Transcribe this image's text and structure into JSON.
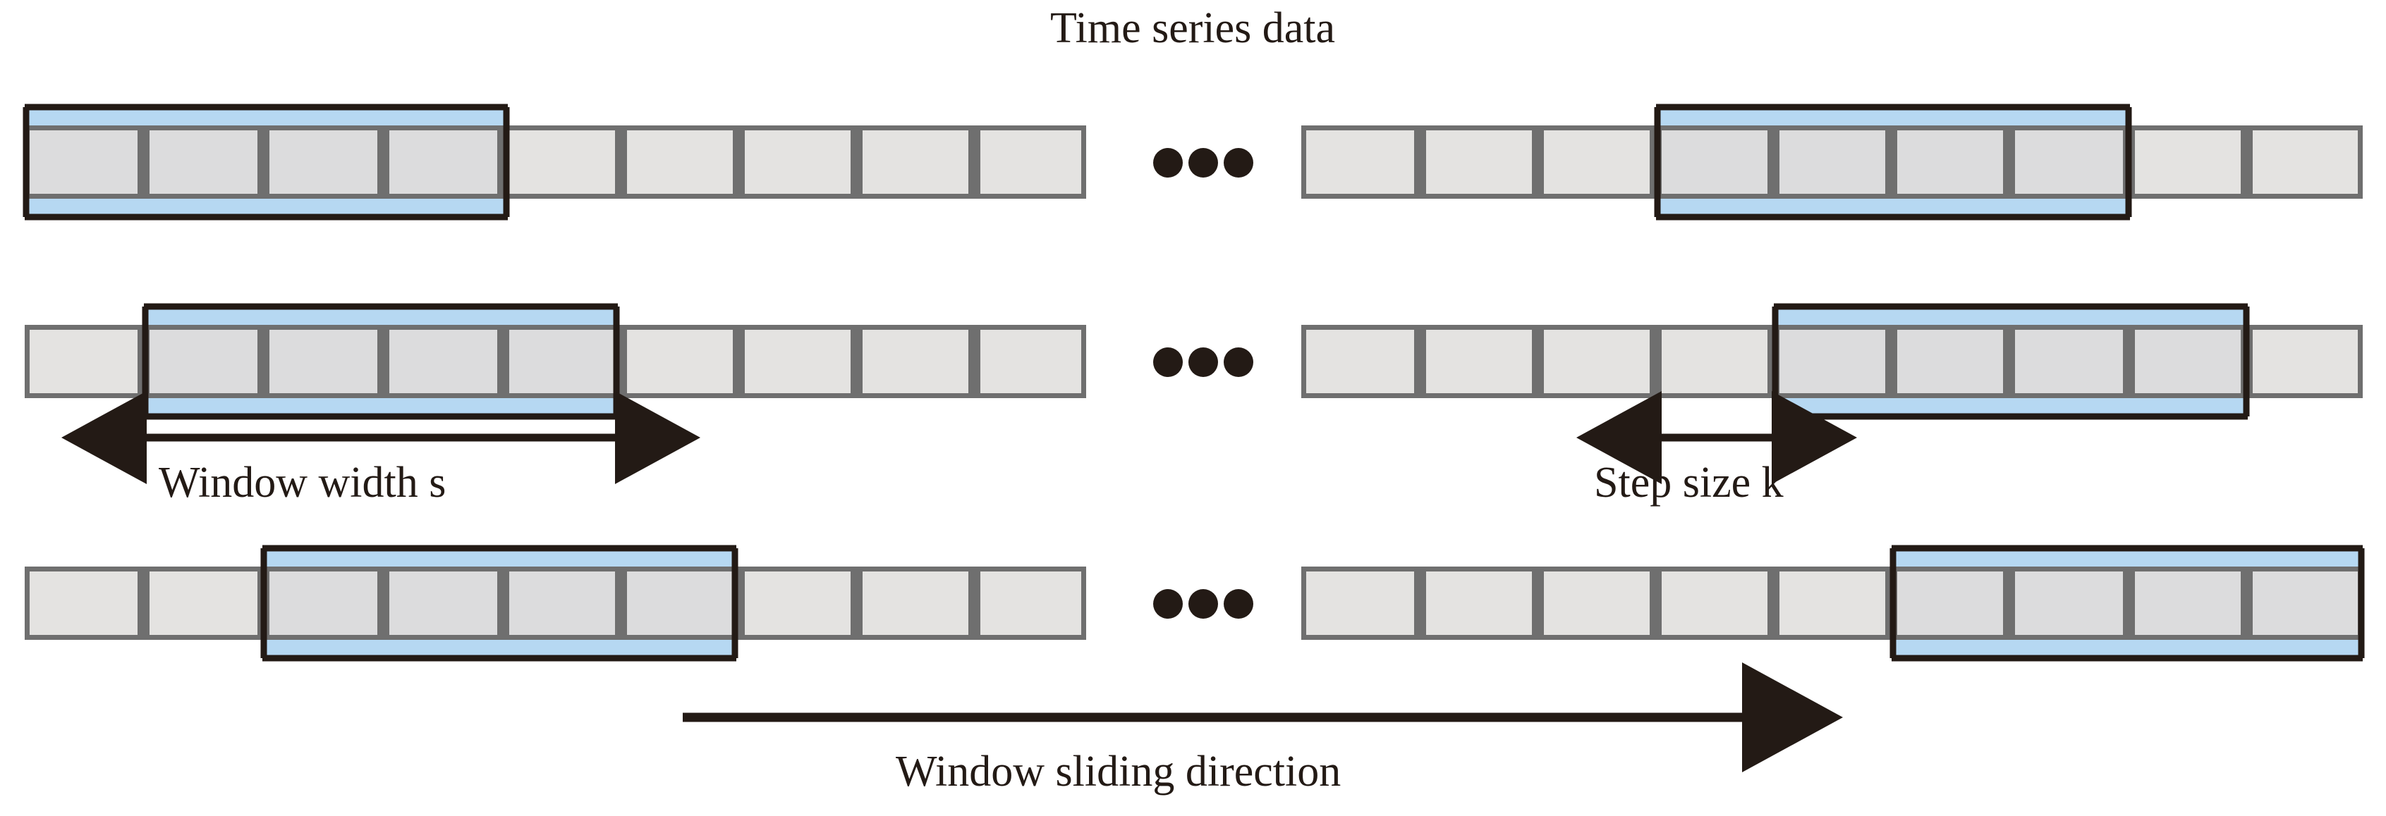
{
  "figure": {
    "title": "Time series data",
    "window_width_label": "Window width s",
    "step_size_label": "Step size k",
    "sliding_direction_label": "Window sliding direction",
    "ellipsis": "• • •"
  },
  "colors": {
    "cell_fill": "#e4e3e1",
    "cell_highlight_fill": "#dcdcdd",
    "cell_border": "#6f6f6f",
    "window_fill": "#b6d8f2",
    "window_border": "#231a15",
    "text": "#231a15",
    "arrow": "#231a15",
    "background": "#ffffff"
  },
  "chart_data": {
    "type": "diagram",
    "title": "Time series data",
    "description": "Sliding window segmentation over a time series: three successive window placements shown left-to-right, each offset by the step size k.",
    "cells_per_segment": 9,
    "window_span_cells": 4,
    "step_span_cells": 1,
    "rows": [
      {
        "index": 1,
        "left_segment": {
          "cell_count": 9,
          "window_start_cell": 1,
          "window_end_cell": 4
        },
        "right_segment": {
          "cell_count": 9,
          "window_start_cell": 4,
          "window_end_cell": 7
        },
        "ellipsis": true
      },
      {
        "index": 2,
        "left_segment": {
          "cell_count": 9,
          "window_start_cell": 2,
          "window_end_cell": 5
        },
        "right_segment": {
          "cell_count": 9,
          "window_start_cell": 5,
          "window_end_cell": 8
        },
        "ellipsis": true,
        "annotations": [
          "Window width s",
          "Step size k"
        ]
      },
      {
        "index": 3,
        "left_segment": {
          "cell_count": 9,
          "window_start_cell": 3,
          "window_end_cell": 6
        },
        "right_segment": {
          "cell_count": 9,
          "window_start_cell": 6,
          "window_end_cell": 9
        },
        "ellipsis": true
      }
    ],
    "annotations": [
      {
        "name": "window-width",
        "label": "Window width s",
        "arrow": "double-headed",
        "measures": "4 cells"
      },
      {
        "name": "step-size",
        "label": "Step size k",
        "arrow": "double-headed",
        "measures": "1 cell"
      },
      {
        "name": "sliding-direction",
        "label": "Window sliding direction",
        "arrow": "single-headed-right"
      }
    ]
  }
}
